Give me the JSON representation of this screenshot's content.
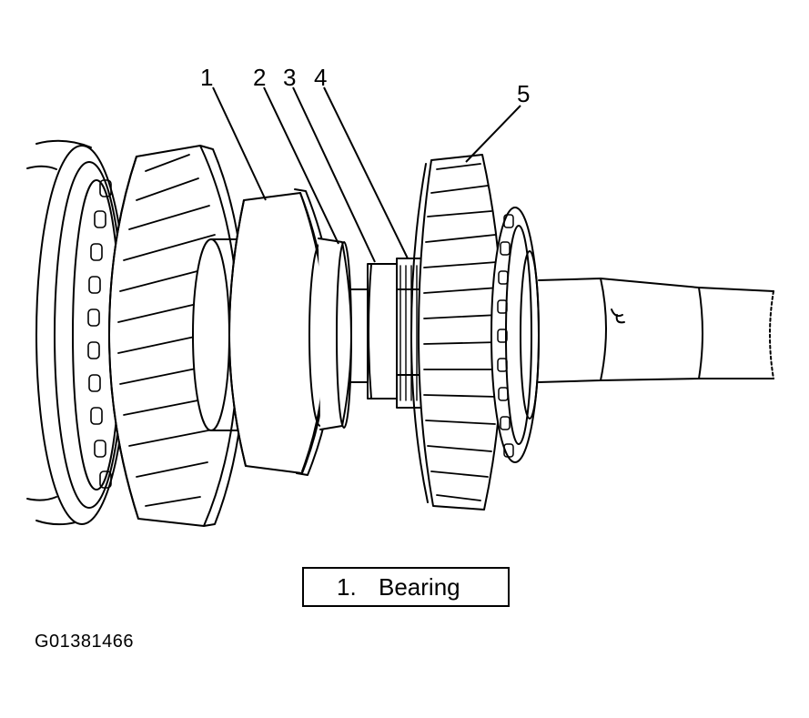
{
  "callouts": [
    "1",
    "2",
    "3",
    "4",
    "5"
  ],
  "legend": {
    "number": "1.",
    "label": "Bearing"
  },
  "figure_id": "G01381466"
}
